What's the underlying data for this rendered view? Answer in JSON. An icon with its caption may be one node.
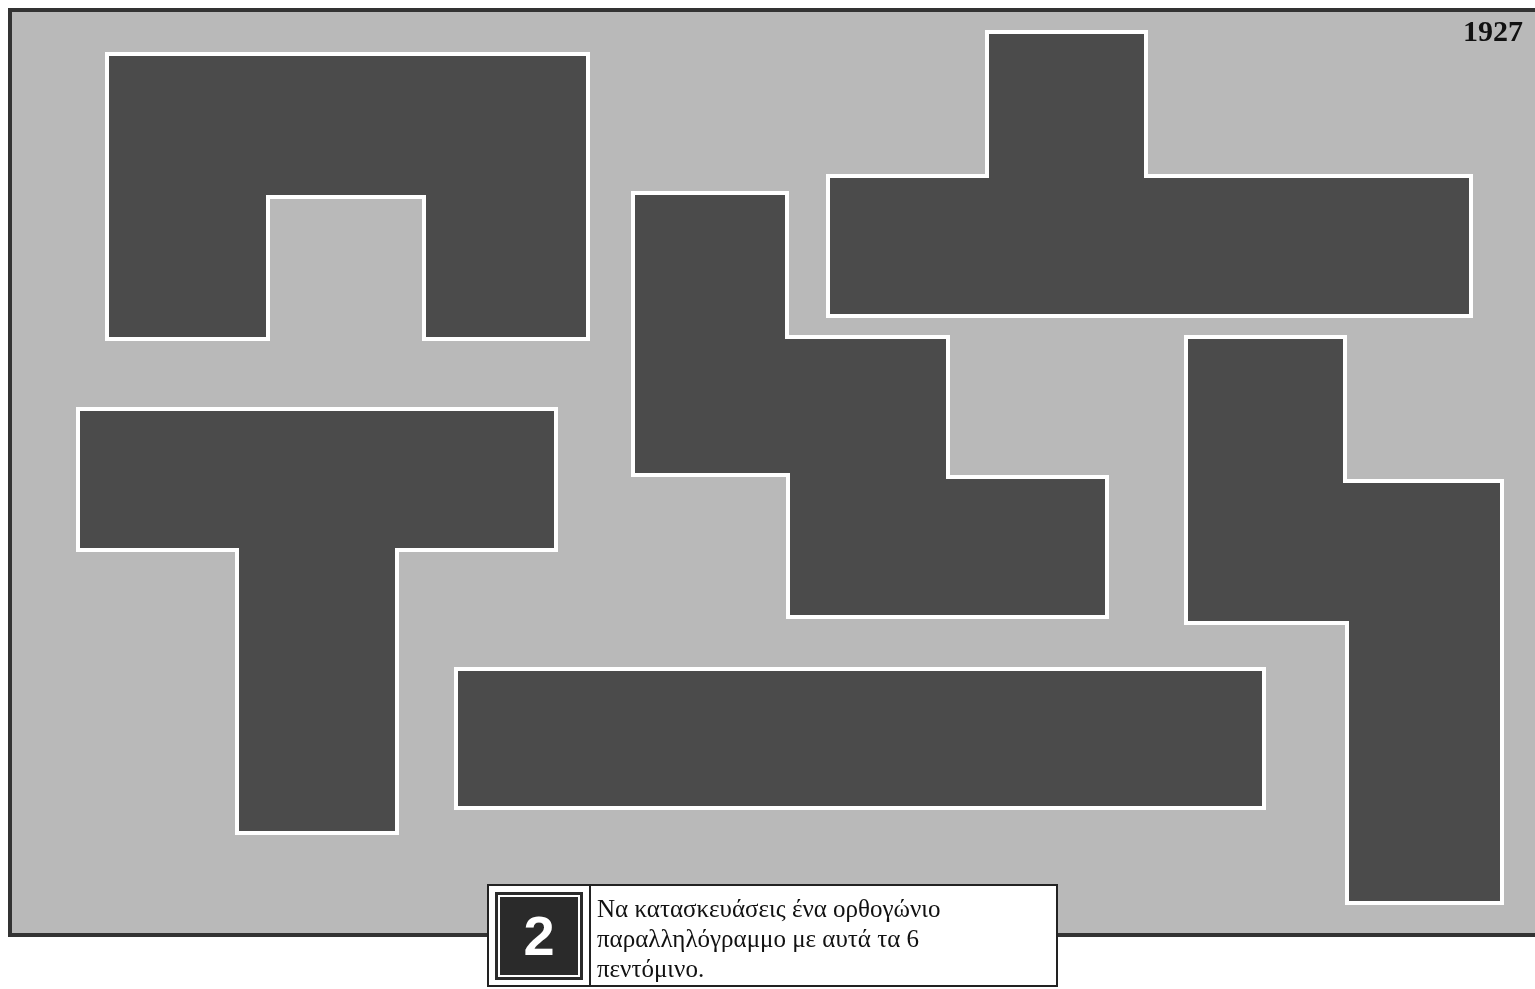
{
  "diagram": {
    "nodes": [
      {
        "text": [],
        "shape": "polygon"
      },
      {
        "text": [],
        "shape": "polygon"
      },
      {
        "text": [],
        "shape": "polygon"
      },
      {
        "text": [],
        "shape": "polygon"
      },
      {
        "text": [],
        "shape": "polygon"
      },
      {
        "text": [],
        "shape": "box"
      },
      {
        "text": [
          "2",
          "Να κατασκευάσεις ένα ορθογώνιο παραλληλόγραμμο με αυτά τα 6 πεντόμινο."
        ]
      }
    ],
    "labels": [
      "1927"
    ]
  }
}
